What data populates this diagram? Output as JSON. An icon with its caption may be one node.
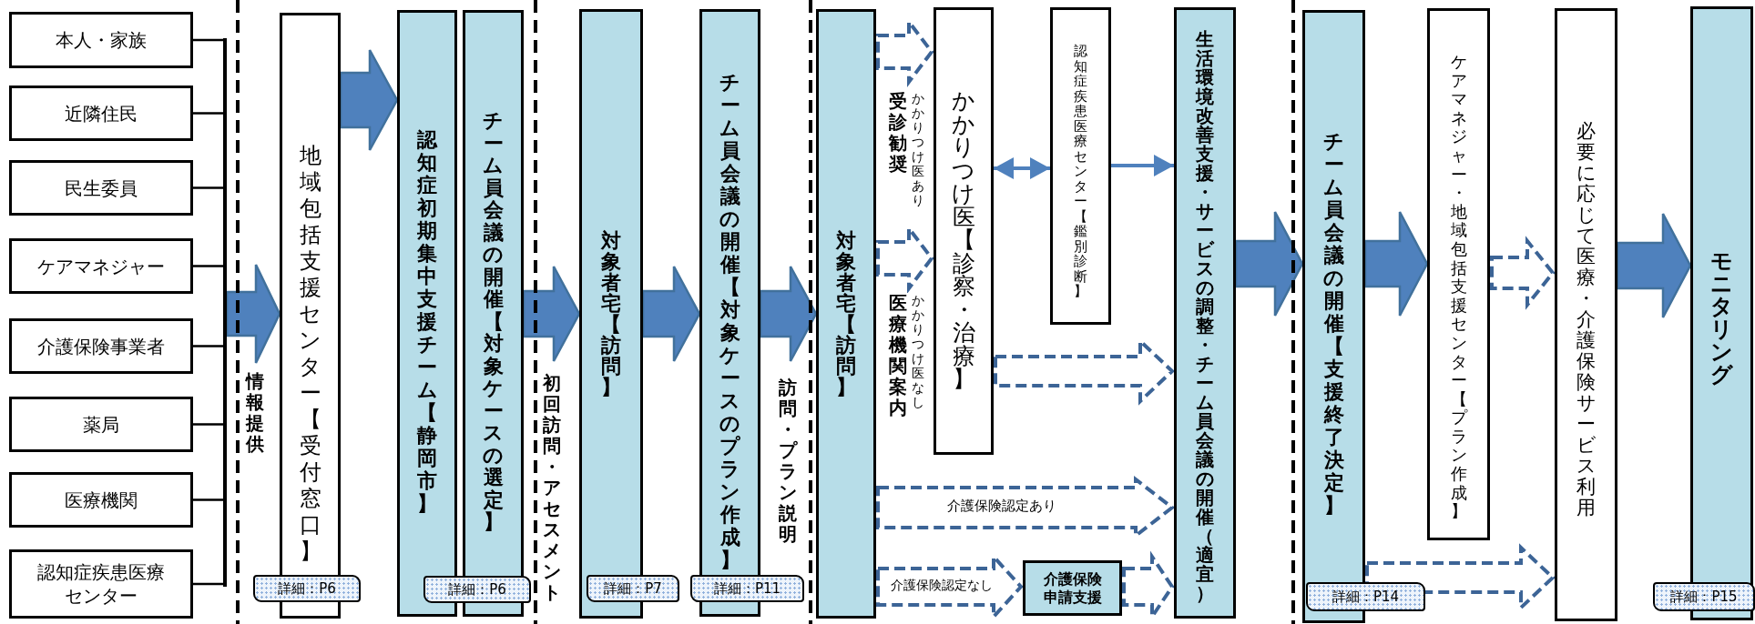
{
  "diagram": {
    "nodes": [
      {
        "text": [
          "本人・家族"
        ]
      },
      {
        "text": [
          "近隣住民"
        ]
      },
      {
        "text": [
          "民生委員"
        ]
      },
      {
        "text": [
          "ケアマネジャー"
        ]
      },
      {
        "text": [
          "介護保険事業者"
        ]
      },
      {
        "text": [
          "薬局"
        ]
      },
      {
        "text": [
          "医療機関"
        ]
      },
      {
        "text": [
          "認知症疾患医療センター"
        ]
      },
      {
        "text": [
          "地域包括支援センター【受付窓口】"
        ]
      },
      {
        "text": [
          "詳細：P6"
        ]
      },
      {
        "text": [
          "認知症初期集中支援チーム【静岡市】"
        ]
      },
      {
        "text": [
          "チーム員会議の開催【対象ケースの選定】"
        ]
      },
      {
        "text": [
          "詳細：P6"
        ]
      },
      {
        "text": [
          "対象者宅【訪問】"
        ]
      },
      {
        "text": [
          "詳細：P7"
        ]
      },
      {
        "text": [
          "チーム員会議の開催【対象ケースのプラン作成】"
        ]
      },
      {
        "text": [
          "詳細：P11"
        ]
      },
      {
        "text": [
          "対象者宅【訪問】"
        ]
      },
      {
        "text": [
          "かかりつけ医【診察・治療】"
        ]
      },
      {
        "text": [
          "認知症疾患医療センター【鑑別診断】"
        ]
      },
      {
        "text": [
          "介護保険申請支援"
        ]
      },
      {
        "text": [
          "生活環境改善支援・サービスの調整・チーム員会議の開催（適宜）"
        ]
      },
      {
        "text": [
          "チーム員会議の開催【支援終了決定】"
        ]
      },
      {
        "text": [
          "詳細：P14"
        ]
      },
      {
        "text": [
          "ケアマネジャー・地域包括支援センター【プラン作成】"
        ]
      },
      {
        "text": [
          "必要に応じて医療・介護保険サービス利用"
        ]
      },
      {
        "text": [
          "モニタリング"
        ]
      },
      {
        "text": [
          "詳細：P15"
        ]
      },
      {
        "text": [],
        "shape": "bar"
      }
    ],
    "edges": [
      {
        "from": 0,
        "to": 28,
        "arrow": "none"
      },
      {
        "from": 1,
        "to": 28,
        "arrow": "none"
      },
      {
        "from": 2,
        "to": 28,
        "arrow": "none"
      },
      {
        "from": 3,
        "to": 28,
        "arrow": "none"
      },
      {
        "from": 4,
        "to": 28,
        "arrow": "none"
      },
      {
        "from": 5,
        "to": 28,
        "arrow": "none"
      },
      {
        "from": 6,
        "to": 28,
        "arrow": "none"
      },
      {
        "from": 7,
        "to": 28,
        "arrow": "none"
      },
      {
        "from": 8,
        "to": 10,
        "arrow": "to",
        "style": "thick"
      },
      {
        "from": 11,
        "to": 13,
        "arrow": "to",
        "style": "thick",
        "label": "初回訪問・アセスメント"
      },
      {
        "from": 13,
        "to": 15,
        "arrow": "to",
        "style": "thick"
      },
      {
        "from": 15,
        "to": 17,
        "arrow": "to",
        "style": "thick",
        "label": "訪問・プラン説明"
      },
      {
        "from": 17,
        "to": 18,
        "arrow": "to",
        "style": "dashed",
        "label": "受診勧奨"
      },
      {
        "from": 17,
        "to": 18,
        "arrow": "to",
        "style": "dashed",
        "label": "医療機関案内"
      },
      {
        "from": 18,
        "to": 19,
        "arrow": "both",
        "color": "#4f81bd"
      },
      {
        "from": 19,
        "to": 21,
        "arrow": "to",
        "color": "#4f81bd"
      },
      {
        "from": 18,
        "to": 21,
        "arrow": "to",
        "style": "dashed"
      },
      {
        "from": 17,
        "to": 21,
        "arrow": "to",
        "style": "dashed",
        "label": "介護保険認定あり"
      },
      {
        "from": 17,
        "to": 20,
        "arrow": "to",
        "style": "dashed",
        "label": "介護保険認定なし"
      },
      {
        "from": 20,
        "to": 21,
        "arrow": "to",
        "style": "dashed"
      },
      {
        "from": 21,
        "to": 22,
        "arrow": "to",
        "style": "thick"
      },
      {
        "from": 22,
        "to": 24,
        "arrow": "to",
        "style": "thick"
      },
      {
        "from": 24,
        "to": 25,
        "arrow": "to",
        "style": "dashed"
      },
      {
        "from": 22,
        "to": 25,
        "arrow": "to",
        "style": "dashed"
      },
      {
        "from": 25,
        "to": 26,
        "arrow": "to",
        "style": "thick"
      },
      {
        "from": 28,
        "to": 8,
        "arrow": "to",
        "style": "thick",
        "label": "情報提供"
      }
    ],
    "labels": [
      "かかりつけ医あり",
      "かかりつけ医なし"
    ]
  }
}
